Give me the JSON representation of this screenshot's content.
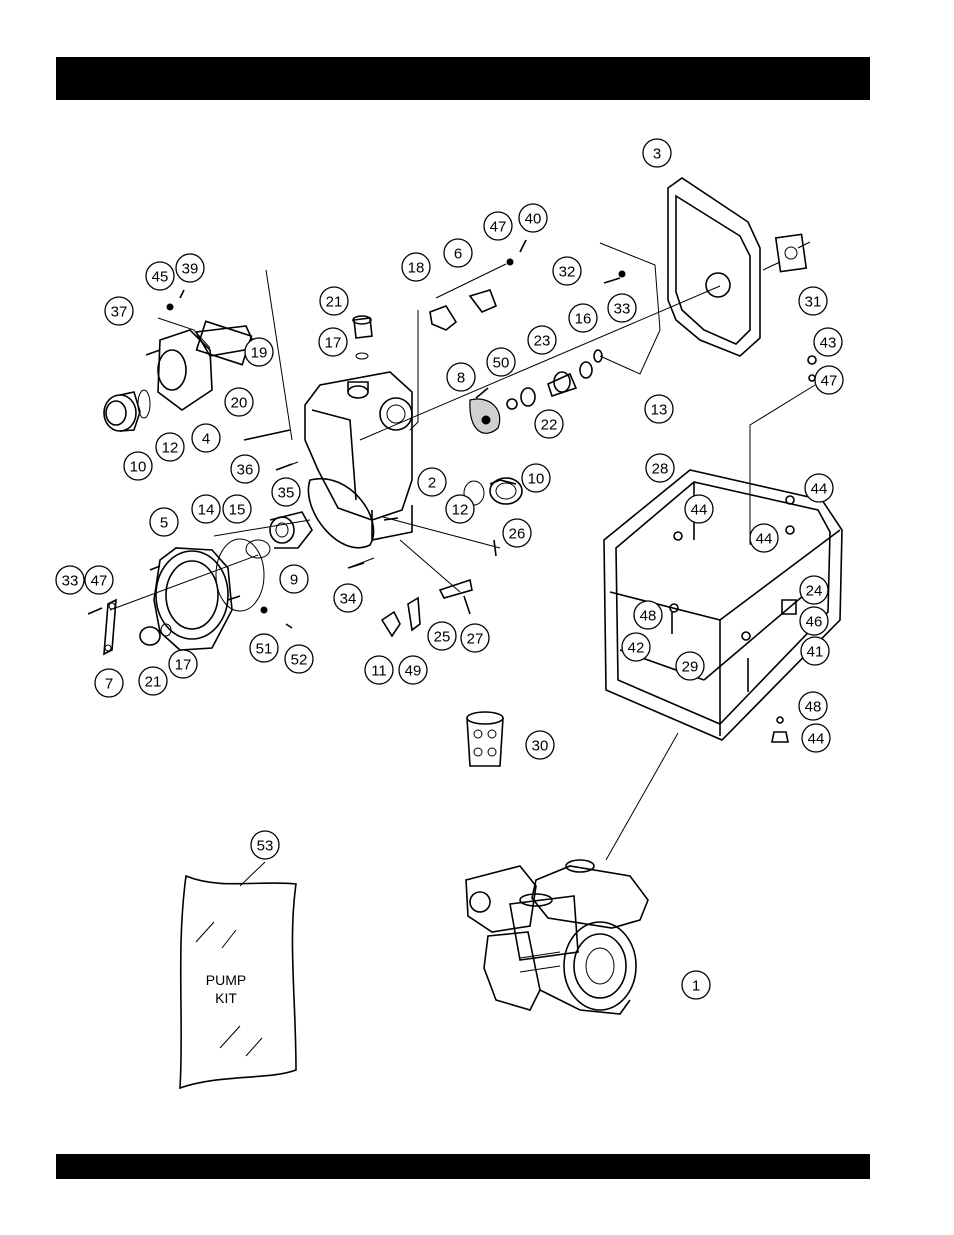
{
  "header_bar": {
    "text": ""
  },
  "footer_bar": {
    "text": ""
  },
  "kit": {
    "line1": "PUMP",
    "line2": "KIT"
  },
  "callouts": [
    {
      "n": "1"
    },
    {
      "n": "2"
    },
    {
      "n": "3"
    },
    {
      "n": "4"
    },
    {
      "n": "5"
    },
    {
      "n": "6"
    },
    {
      "n": "7"
    },
    {
      "n": "8"
    },
    {
      "n": "9"
    },
    {
      "n": "10"
    },
    {
      "n": "10"
    },
    {
      "n": "11"
    },
    {
      "n": "12"
    },
    {
      "n": "12"
    },
    {
      "n": "13"
    },
    {
      "n": "14"
    },
    {
      "n": "15"
    },
    {
      "n": "16"
    },
    {
      "n": "17"
    },
    {
      "n": "17"
    },
    {
      "n": "18"
    },
    {
      "n": "19"
    },
    {
      "n": "20"
    },
    {
      "n": "21"
    },
    {
      "n": "21"
    },
    {
      "n": "22"
    },
    {
      "n": "23"
    },
    {
      "n": "24"
    },
    {
      "n": "25"
    },
    {
      "n": "26"
    },
    {
      "n": "27"
    },
    {
      "n": "28"
    },
    {
      "n": "29"
    },
    {
      "n": "30"
    },
    {
      "n": "31"
    },
    {
      "n": "32"
    },
    {
      "n": "33"
    },
    {
      "n": "33"
    },
    {
      "n": "34"
    },
    {
      "n": "35"
    },
    {
      "n": "36"
    },
    {
      "n": "37"
    },
    {
      "n": "39"
    },
    {
      "n": "40"
    },
    {
      "n": "41"
    },
    {
      "n": "42"
    },
    {
      "n": "43"
    },
    {
      "n": "44"
    },
    {
      "n": "44"
    },
    {
      "n": "44"
    },
    {
      "n": "44"
    },
    {
      "n": "45"
    },
    {
      "n": "46"
    },
    {
      "n": "47"
    },
    {
      "n": "47"
    },
    {
      "n": "47"
    },
    {
      "n": "48"
    },
    {
      "n": "48"
    },
    {
      "n": "49"
    },
    {
      "n": "50"
    },
    {
      "n": "51"
    },
    {
      "n": "52"
    },
    {
      "n": "53"
    }
  ]
}
